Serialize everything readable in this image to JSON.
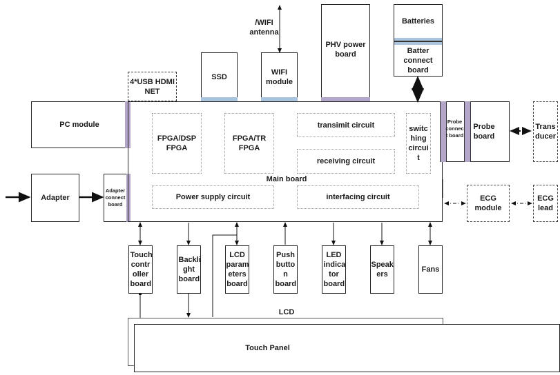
{
  "diagram": {
    "top_modules": {
      "usb": "4*USB HDMI NET",
      "ssd": "SSD",
      "wifi_antenna": "/WIFI antenna",
      "wifi_module": "WIFI module",
      "phv": "PHV power board",
      "batteries": "Batteries",
      "battery_connect": "Batter connect board"
    },
    "left_modules": {
      "pc": "PC module",
      "adapter": "Adapter",
      "adapter_connect": "Adapter connect board"
    },
    "main_board": {
      "title": "Main board",
      "fpga_dsp": "FPGA/DSP FPGA",
      "fpga_tr": "FPGA/TR FPGA",
      "transmit": "transimit circuit",
      "receiving": "receiving circuit",
      "switching": "switc hing circui t",
      "power_supply": "Power supply circuit",
      "interfacing": "interfacing circuit"
    },
    "right_modules": {
      "probe_connect": "Probe connec t board",
      "probe_board": "Probe board",
      "transducer": "Trans ducer",
      "ecg_module": "ECG module",
      "ecg_lead": "ECG lead"
    },
    "bottom_boards": [
      "Touch contr oller board",
      "Backli ght board",
      "LCD param eters board",
      "Push butto n board",
      "LED indica tor board",
      "Speak ers",
      "Fans"
    ],
    "lcd": "LCD",
    "touch_panel": "Touch Panel"
  }
}
